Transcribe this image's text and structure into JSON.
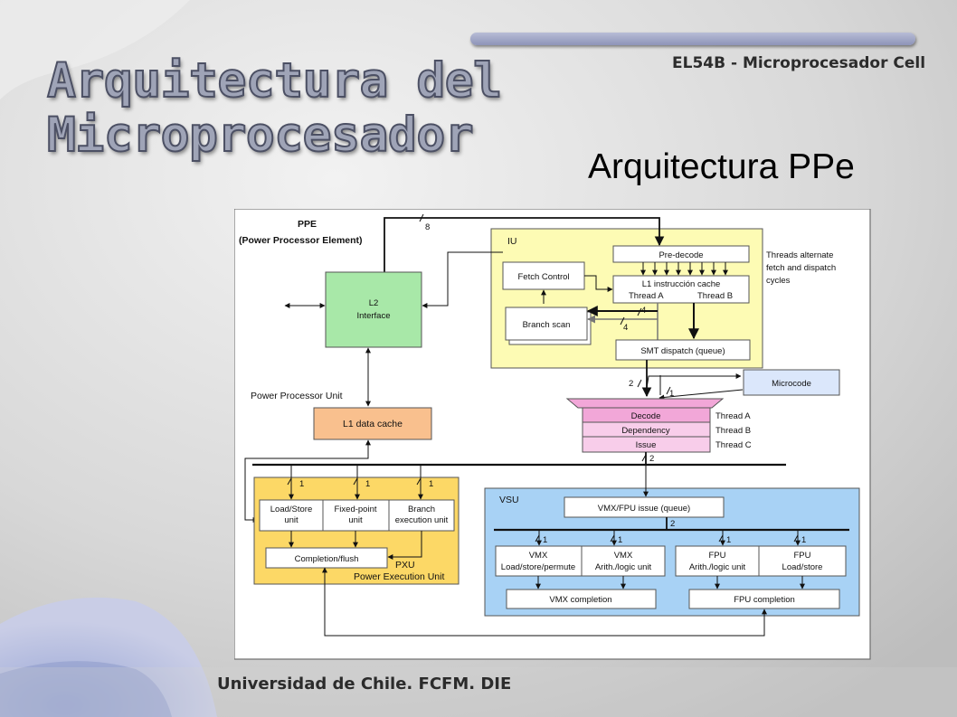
{
  "slide": {
    "header": "EL54B - Microprocesador Cell",
    "title_line1": "Arquitectura del",
    "title_line2": "Microprocesador",
    "subtitle": "Arquitectura PPe",
    "footer": "Universidad de Chile. FCFM. DIE"
  },
  "colors": {
    "l2": "#a8e8a8",
    "l1": "#f9c08e",
    "iu": "#fdfbb4",
    "pxu": "#fcd866",
    "vsu": "#a8d2f5",
    "microcode": "#dbe7fb",
    "decode": "#f2a7d8",
    "decode_light": "#f8cdea"
  },
  "diagram": {
    "ppe_title": "PPE",
    "ppe_subtitle": "(Power Processor Element)",
    "l2_line1": "L2",
    "l2_line2": "Interface",
    "ppu_label": "Power Processor Unit",
    "l1_data_cache": "L1 data cache",
    "iu_label": "IU",
    "pre_decode": "Pre-decode",
    "fetch_control": "Fetch Control",
    "l1_icache": "L1 instrucción cache",
    "thread_a": "Thread A",
    "thread_b": "Thread B",
    "thread_c": "Thread C",
    "branch_scan": "Branch scan",
    "smt_dispatch": "SMT dispatch (queue)",
    "threads_note_1": "Threads alternate",
    "threads_note_2": "fetch and dispatch",
    "threads_note_3": "cycles",
    "microcode": "Microcode",
    "decode": "Decode",
    "dependency": "Dependency",
    "issue": "Issue",
    "loadstore_1": "Load/Store",
    "loadstore_2": "unit",
    "fixedpoint_1": "Fixed-point",
    "fixedpoint_2": "unit",
    "branchexec_1": "Branch",
    "branchexec_2": "execution unit",
    "completion_flush": "Completion/flush",
    "pxu_label": "PXU",
    "pxu_name": "Power Execution Unit",
    "vsu_label": "VSU",
    "vmx_fpu_issue": "VMX/FPU issue (queue)",
    "vmx_ls_1": "VMX",
    "vmx_ls_2": "Load/store/permute",
    "vmx_arith_1": "VMX",
    "vmx_arith_2": "Arith./logic unit",
    "fpu_arith_1": "FPU",
    "fpu_arith_2": "Arith./logic unit",
    "fpu_ls_1": "FPU",
    "fpu_ls_2": "Load/store",
    "vmx_completion": "VMX completion",
    "fpu_completion": "FPU completion",
    "w8": "8",
    "w4": "4",
    "w2": "2",
    "w1": "1"
  }
}
